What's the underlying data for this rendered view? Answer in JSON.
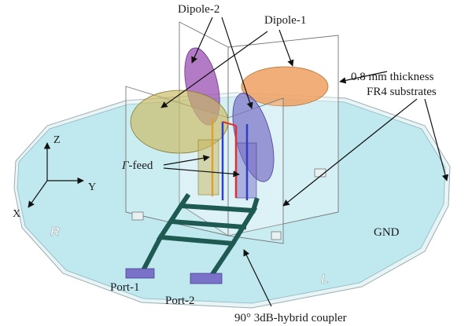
{
  "labels": {
    "dipole2": "Dipole-2",
    "dipole1": "Dipole-1",
    "substrate_line1": "0.8 mm thickness",
    "substrate_line2": "FR4 substrates",
    "feed_symbol": "Γ",
    "feed_suffix": "-feed",
    "gnd": "GND",
    "port1": "Port-1",
    "port2": "Port-2",
    "coupler": "90° 3dB-hybrid coupler",
    "axis_z": "Z",
    "axis_y": "Y",
    "axis_x": "X",
    "mark_r": "R",
    "mark_l": "L"
  },
  "colors": {
    "ground": "#bfe9ef",
    "dipole_orange": "#f0a060",
    "dipole_purple": "#a05ab8",
    "dipole_olive": "#c8b860",
    "dipole_blue": "#7a70c8",
    "coupler": "#1e5a52",
    "port": "#7a72c8",
    "feed_red": "#e03030"
  }
}
